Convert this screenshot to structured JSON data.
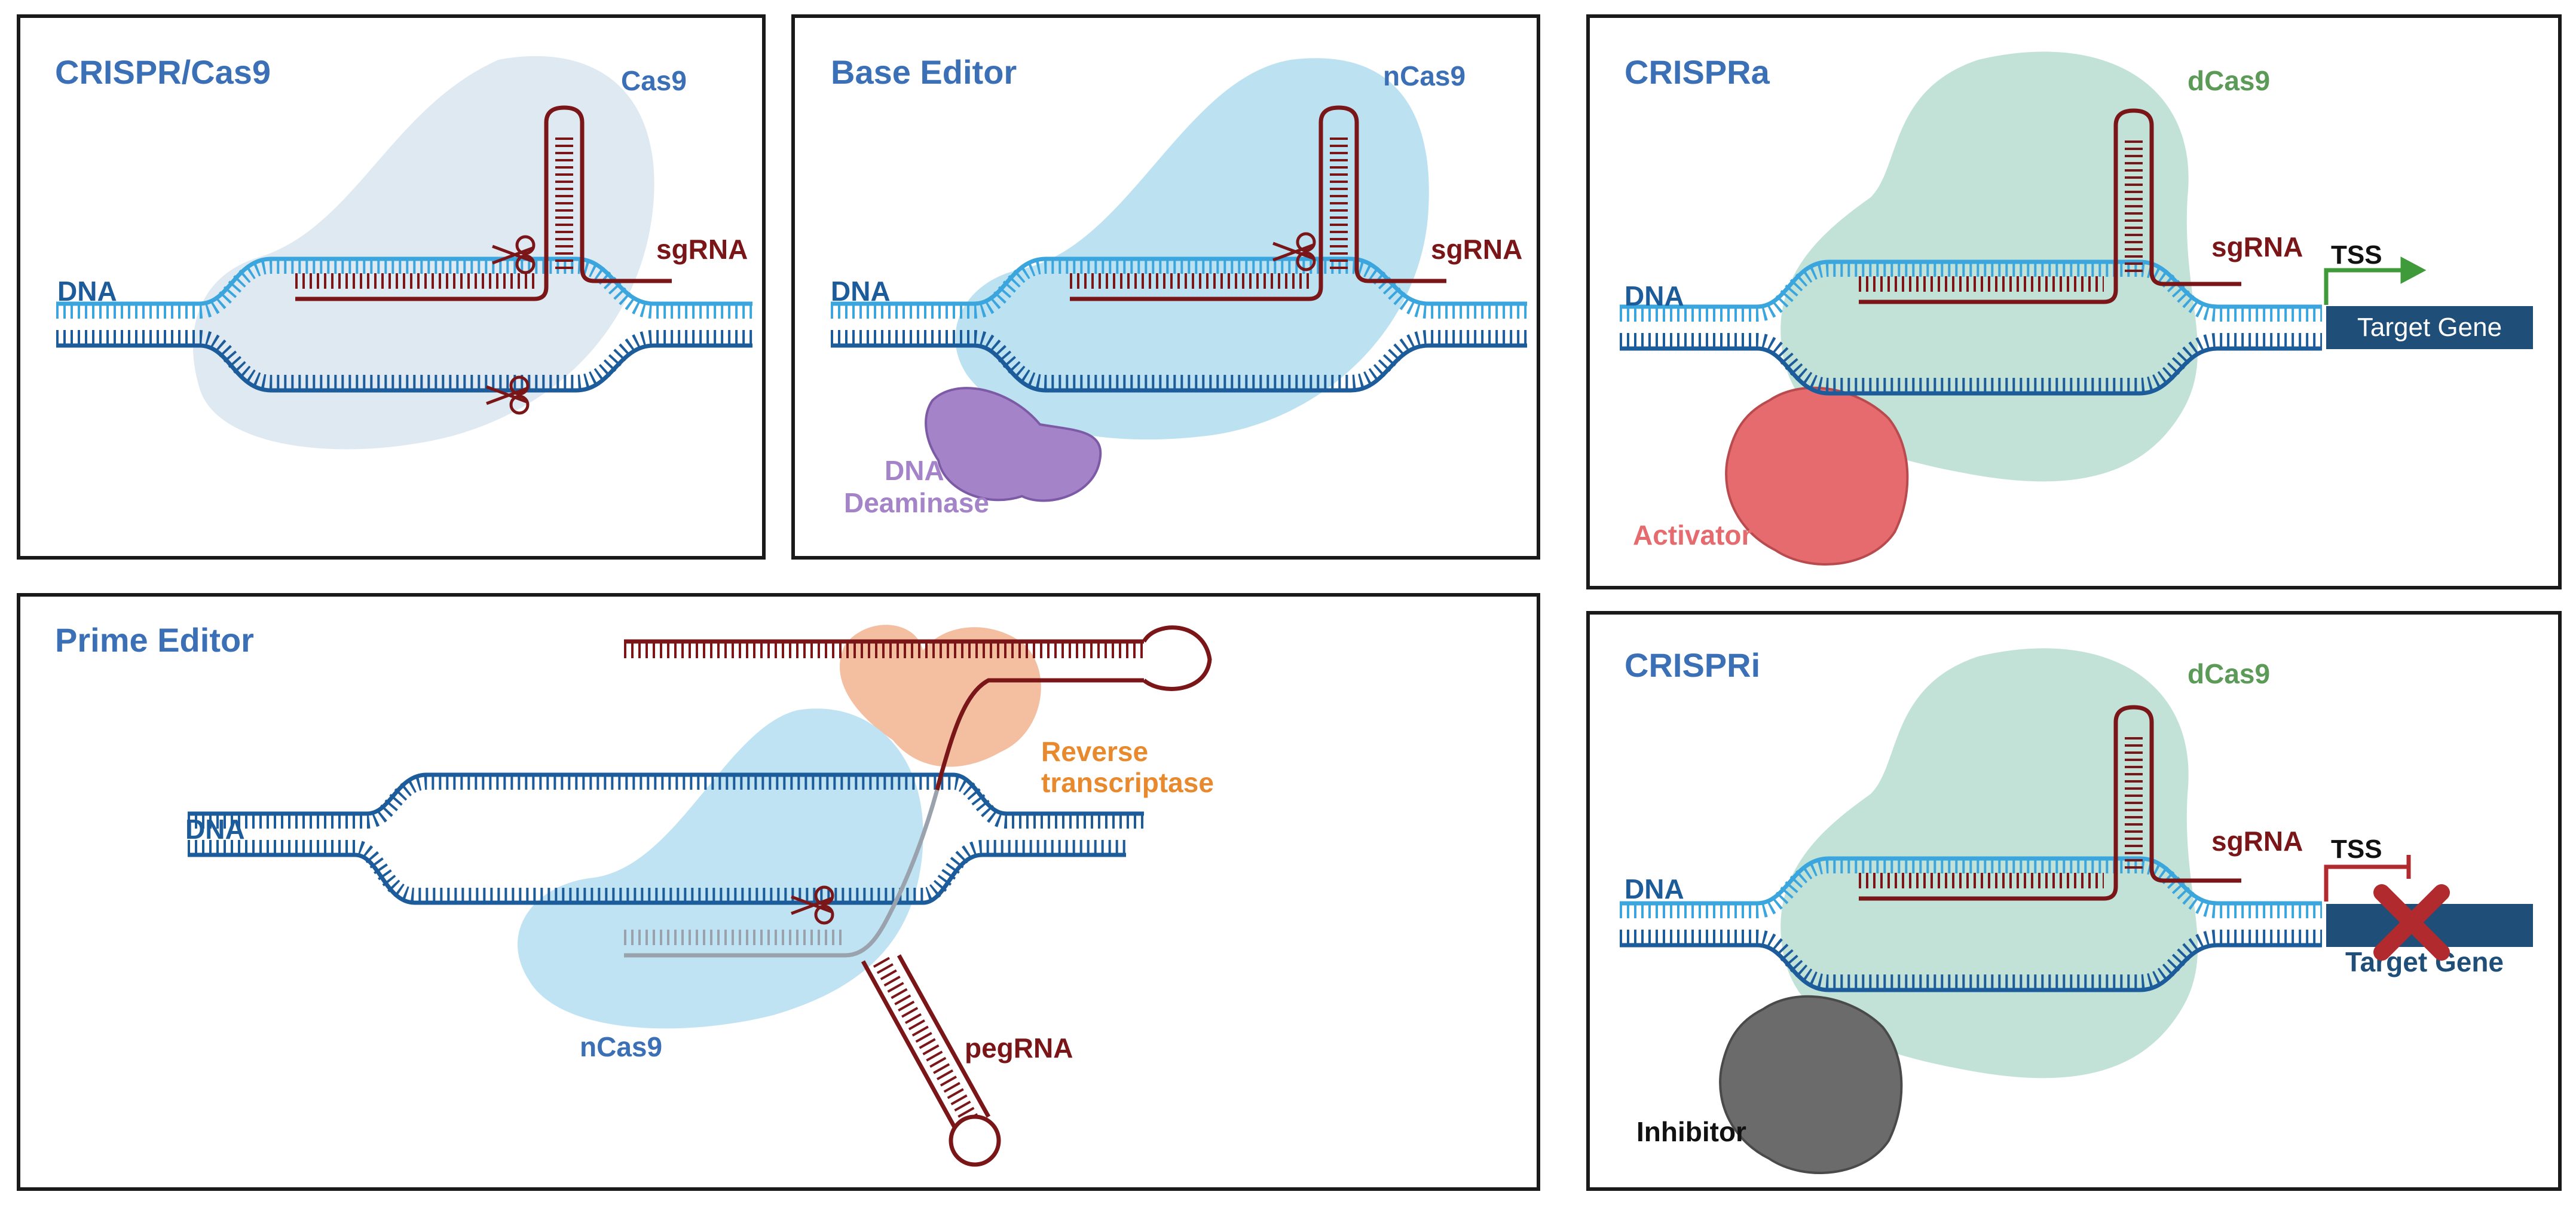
{
  "colors": {
    "dna_light": "#3aa6dd",
    "dna_dark": "#1d5c9a",
    "dna_navy": "#1a2a66",
    "rna": "#7a1518",
    "cas9_light": "#dbe7f0",
    "cas9_blue": "#b8e0f1",
    "dcas9": "#bfe0d6",
    "deaminase": "#a583c8",
    "activator": "#e56b6f",
    "inhibitor": "#6b6b6b",
    "rt": "#f2b38f",
    "title": "#3b6fb6",
    "gene_box": "#1f4e79",
    "tss_arrow_green": "#3f9a39",
    "tss_block_red": "#b02a2e"
  },
  "panels": {
    "crispr_cas9": {
      "title": "CRISPR/Cas9",
      "protein": "Cas9",
      "grna": "sgRNA",
      "dna": "DNA"
    },
    "base_editor": {
      "title": "Base Editor",
      "protein": "nCas9",
      "grna": "sgRNA",
      "dna": "DNA",
      "enzyme_line1": "DNA",
      "enzyme_line2": "Deaminase"
    },
    "crispra": {
      "title": "CRISPRa",
      "protein": "dCas9",
      "grna": "sgRNA",
      "dna": "DNA",
      "tss": "TSS",
      "gene": "Target Gene",
      "effector": "Activator"
    },
    "prime_editor": {
      "title": "Prime Editor",
      "protein": "nCas9",
      "grna": "pegRNA",
      "dna": "DNA",
      "enzyme_line1": "Reverse",
      "enzyme_line2": "transcriptase"
    },
    "crispri": {
      "title": "CRISPRi",
      "protein": "dCas9",
      "grna": "sgRNA",
      "dna": "DNA",
      "tss": "TSS",
      "gene": "Target Gene",
      "effector": "Inhibitor"
    }
  }
}
